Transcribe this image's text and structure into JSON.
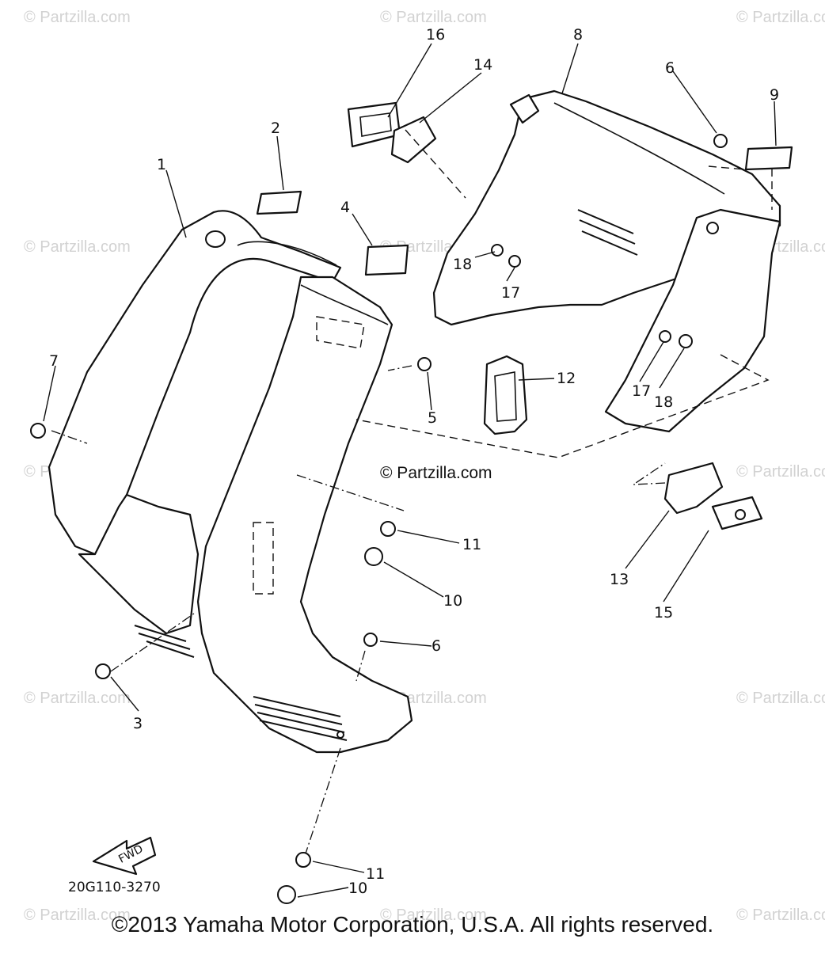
{
  "watermark_text": "© Partzilla.com",
  "center_watermark": "© Partzilla.com",
  "drawing_code": "20G110-3270",
  "fwd_label": "FWD",
  "copyright": "©2013 Yamaha Motor Corporation, U.S.A. All rights reserved.",
  "callouts": {
    "c1": "1",
    "c2": "2",
    "c3": "3",
    "c4": "4",
    "c5": "5",
    "c6a": "6",
    "c6b": "6",
    "c7": "7",
    "c8": "8",
    "c9": "9",
    "c10a": "10",
    "c10b": "10",
    "c11a": "11",
    "c11b": "11",
    "c12": "12",
    "c13": "13",
    "c14": "14",
    "c15": "15",
    "c16": "16",
    "c17a": "17",
    "c17b": "17",
    "c18a": "18",
    "c18b": "18"
  }
}
